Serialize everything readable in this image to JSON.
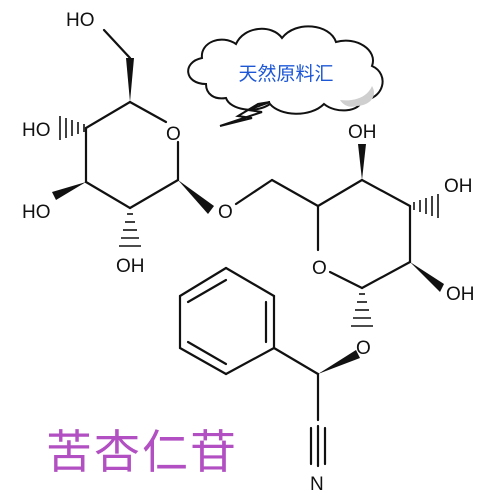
{
  "labels": {
    "ho_top": "HO",
    "ho_left_upper": "HO",
    "ho_left_lower": "HO",
    "oh_bottom": "OH",
    "o_ring_left": "O",
    "o_link": "O",
    "oh_right_top": "OH",
    "oh_right_mid": "OH",
    "oh_right_lower": "OH",
    "o_ring_right": "O",
    "o_ether": "O",
    "n_nitrile": "N"
  },
  "cloud_label": "天然原料汇",
  "title": "苦杏仁苷",
  "colors": {
    "cloud_text": "#1d57d6",
    "title": "#b24fc2",
    "ink": "#111111"
  }
}
